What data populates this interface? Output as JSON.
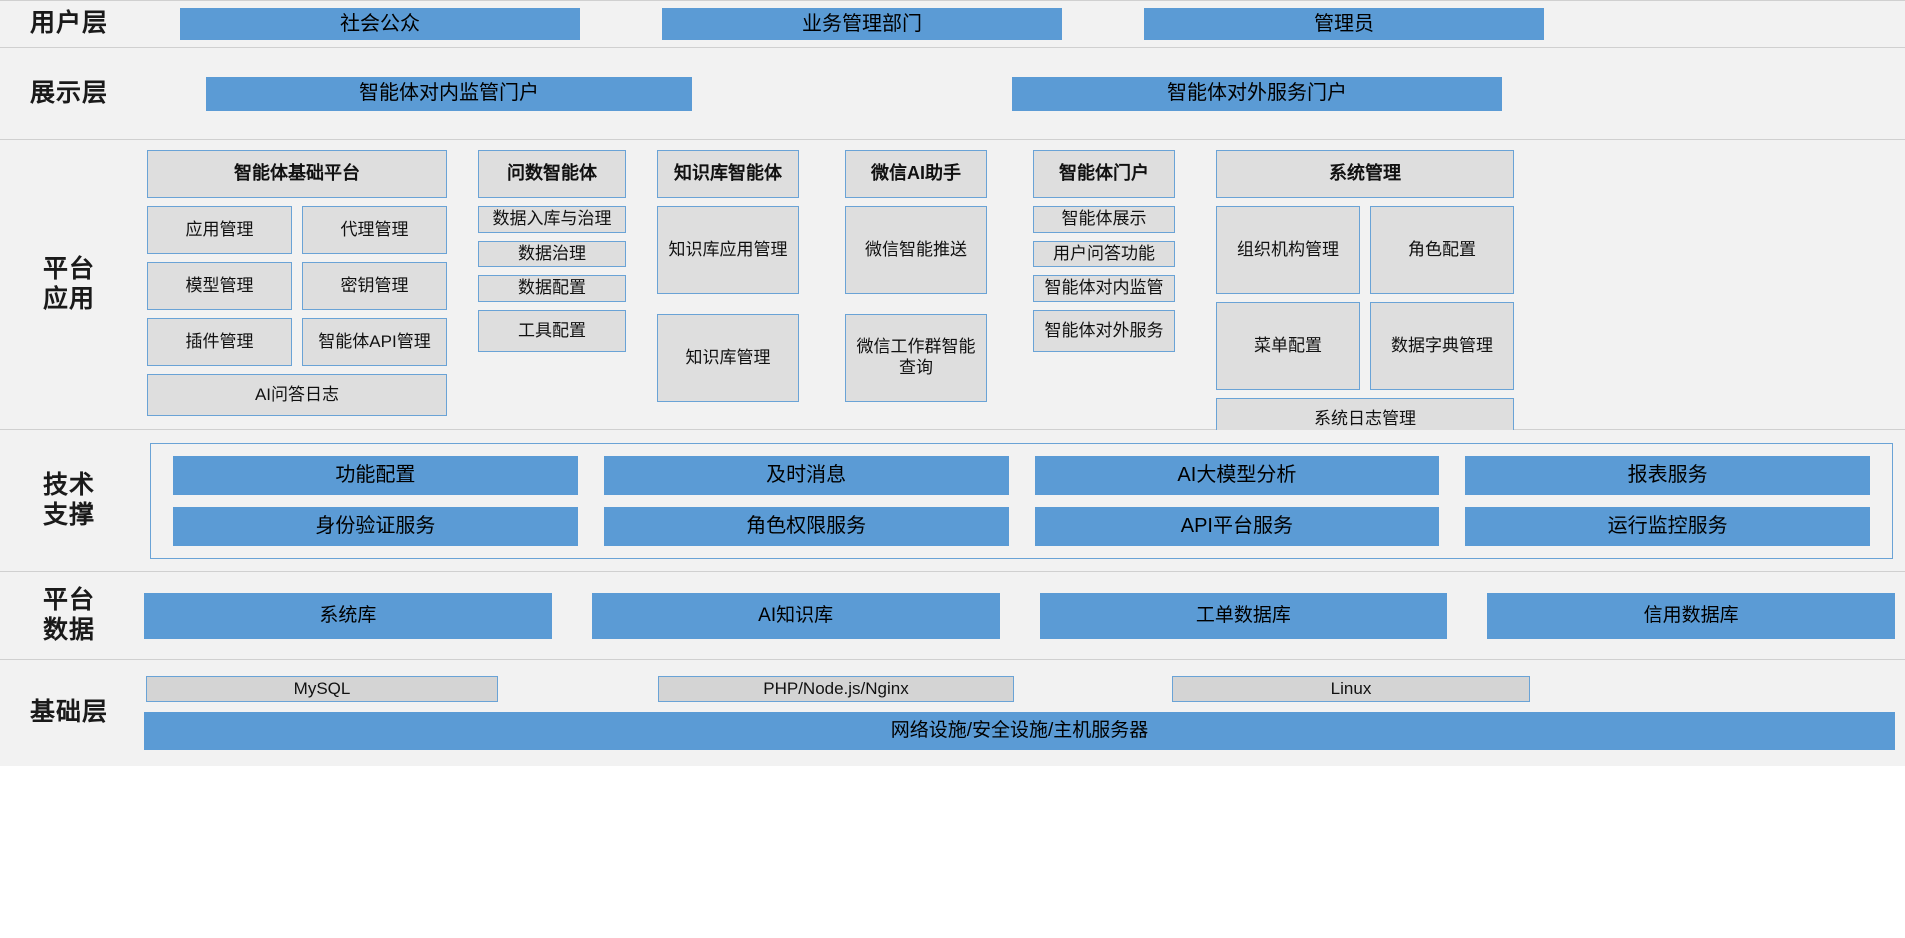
{
  "layers": {
    "user": {
      "label": "用户层",
      "items": [
        "社会公众",
        "业务管理部门",
        "管理员"
      ]
    },
    "presentation": {
      "label": "展示层",
      "items": [
        "智能体对内监管门户",
        "智能体对外服务门户"
      ]
    },
    "platform_application": {
      "label": "平台\n应用",
      "label_line1": "平台",
      "label_line2": "应用",
      "columns": [
        {
          "title": "智能体基础平台",
          "pairs": [
            [
              "应用管理",
              "代理管理"
            ],
            [
              "模型管理",
              "密钥管理"
            ],
            [
              "插件管理",
              "智能体API管理"
            ]
          ],
          "wide": "AI问答日志"
        },
        {
          "title": "问数智能体",
          "items": [
            "数据入库与治理",
            "数据治理",
            "数据配置",
            "工具配置"
          ]
        },
        {
          "title": "知识库智能体",
          "items": [
            "知识库应用管理",
            "知识库管理"
          ]
        },
        {
          "title": "微信AI助手",
          "items": [
            "微信智能推送",
            "微信工作群智能查询"
          ]
        },
        {
          "title": "智能体门户",
          "items": [
            "智能体展示",
            "用户问答功能",
            "智能体对内监管",
            "智能体对外服务"
          ]
        },
        {
          "title": "系统管理",
          "pairs": [
            [
              "组织机构管理",
              "角色配置"
            ],
            [
              "菜单配置",
              "数据字典管理"
            ]
          ],
          "wide": "系统日志管理"
        }
      ]
    },
    "technical_support": {
      "label_line1": "技术",
      "label_line2": "支撑",
      "columns": [
        [
          "功能配置",
          "身份验证服务"
        ],
        [
          "及时消息",
          "角色权限服务"
        ],
        [
          "AI大模型分析",
          "API平台服务"
        ],
        [
          "报表服务",
          "运行监控服务"
        ]
      ]
    },
    "platform_data": {
      "label_line1": "平台",
      "label_line2": "数据",
      "items": [
        "系统库",
        "AI知识库",
        "工单数据库",
        "信用数据库"
      ]
    },
    "infrastructure": {
      "label": "基础层",
      "stack": [
        "MySQL",
        "PHP/Node.js/Nginx",
        "Linux"
      ],
      "foundation": "网络设施/安全设施/主机服务器"
    }
  },
  "colors": {
    "accent_blue": "#5b9bd5",
    "box_gray": "#dedede",
    "band_gray": "#f2f2f2",
    "border_blue": "#6aa3d6"
  }
}
